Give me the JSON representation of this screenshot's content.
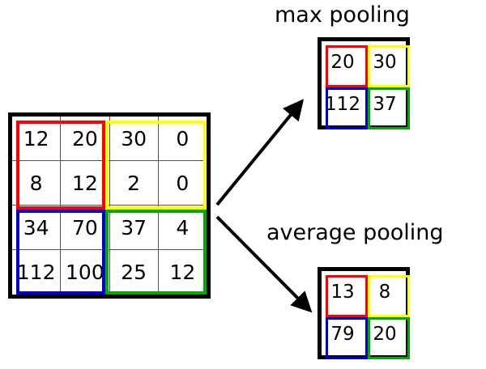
{
  "diagram": {
    "title_max": "max pooling",
    "title_average": "average pooling",
    "input": {
      "name": "input-feature-map",
      "rows": [
        [
          "12",
          "20",
          "30",
          "0"
        ],
        [
          "8",
          "12",
          "2",
          "0"
        ],
        [
          "34",
          "70",
          "37",
          "4"
        ],
        [
          "112",
          "100",
          "25",
          "12"
        ]
      ],
      "quadrant_colors": {
        "top_left": "#ff0000",
        "top_right": "#ffff00",
        "bottom_left": "#0000cc",
        "bottom_right": "#00aa00"
      }
    },
    "max_pooling": {
      "rows": [
        [
          "20",
          "30"
        ],
        [
          "112",
          "37"
        ]
      ]
    },
    "average_pooling": {
      "rows": [
        [
          "13",
          "8"
        ],
        [
          "79",
          "20"
        ]
      ]
    },
    "arrows": [
      {
        "name": "arrow-to-max-pooling"
      },
      {
        "name": "arrow-to-average-pooling"
      }
    ]
  }
}
